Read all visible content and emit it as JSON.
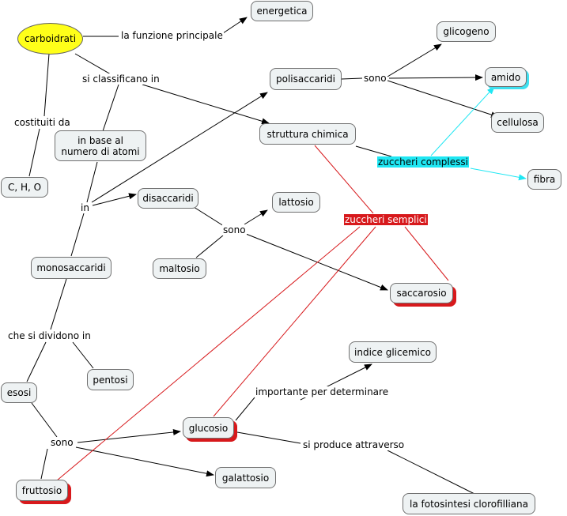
{
  "concepts": {
    "carboidrati": "carboidrati",
    "energetica": "energetica",
    "glicogeno": "glicogeno",
    "polisaccaridi": "polisaccaridi",
    "amido": "amido",
    "cellulosa": "cellulosa",
    "struttura_chimica": "struttura chimica",
    "in_base_al_numero": "in base al\nnumero di atomi",
    "c_h_o": "C, H, O",
    "fibra": "fibra",
    "disaccaridi": "disaccaridi",
    "lattosio": "lattosio",
    "maltosio": "maltosio",
    "monosaccaridi": "monosaccaridi",
    "saccarosio": "saccarosio",
    "indice_glicemico": "indice glicemico",
    "pentosi": "pentosi",
    "esosi": "esosi",
    "glucosio": "glucosio",
    "fruttosio": "fruttosio",
    "galattosio": "galattosio",
    "fotosintesi": "la fotosintesi clorofilliana"
  },
  "linking_phrases": {
    "funzione_principale": "la funzione principale",
    "si_classificano_in": "si classificano in",
    "costituiti_da": "costituiti da",
    "sono_poli": "sono",
    "zuccheri_complessi": "zuccheri complessi",
    "in": "in",
    "zuccheri_semplici": "zuccheri semplici",
    "sono_di": "sono",
    "che_si_dividono_in": "che si dividono in",
    "importante_per": "importante per determinare",
    "sono_eso": "sono",
    "si_produce": "si produce attraverso"
  },
  "colors": {
    "root_fill": "#ffff19",
    "node_fill": "#eef2f3",
    "line": "#000000",
    "simple_sugar_line": "#d7191c",
    "complex_sugar_line": "#1fe7f3"
  }
}
